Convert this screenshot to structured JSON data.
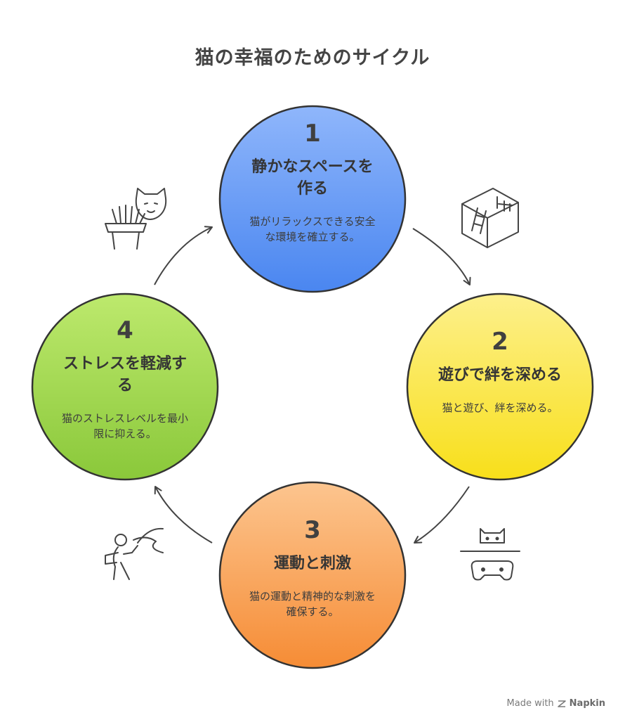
{
  "title": "猫の幸福のためのサイクル",
  "steps": [
    {
      "number": "1",
      "heading_line1": "静かなスペースを",
      "heading_line2": "作る",
      "description": "猫がリラックスできる安全な環境を確立する。",
      "color_top": "#8fb6fb",
      "color_bottom": "#4a86f0",
      "icon": "cat-tree-icon"
    },
    {
      "number": "2",
      "heading_line1": "遊びで絆を深める",
      "heading_line2": "",
      "description": "猫と遊び、絆を深める。",
      "color_top": "#fdf08c",
      "color_bottom": "#f8df1a",
      "icon": "box-ladder-icon"
    },
    {
      "number": "3",
      "heading_line1": "運動と刺激",
      "heading_line2": "",
      "description": "猫の運動と精神的な刺激を確保する。",
      "color_top": "#fcc58f",
      "color_bottom": "#f68c35",
      "icon": "cat-game-icon"
    },
    {
      "number": "4",
      "heading_line1": "ストレスを軽減す",
      "heading_line2": "る",
      "description": "猫のストレスレベルを最小限に抑える。",
      "color_top": "#bde96d",
      "color_bottom": "#8ac83a",
      "icon": "person-carrying-box-icon"
    }
  ],
  "footer": {
    "made_with": "Made with",
    "brand": "Napkin"
  }
}
